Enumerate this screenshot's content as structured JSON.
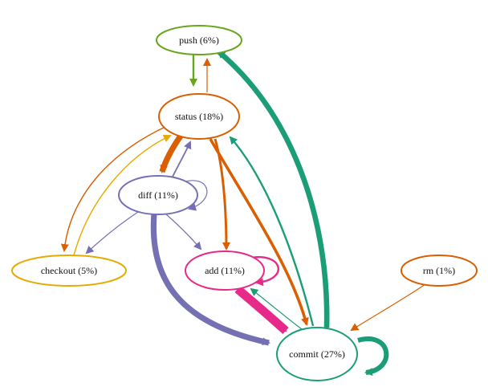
{
  "colors": {
    "push": "#66a61e",
    "status": "#d95f02",
    "diff": "#7570b3",
    "checkout": "#e6ab02",
    "add": "#e7298a",
    "rm": "#d95f02",
    "commit": "#1b9e77"
  },
  "nodes": {
    "push": "push (6%)",
    "status": "status (18%)",
    "diff": "diff (11%)",
    "checkout": "checkout (5%)",
    "add": "add (11%)",
    "rm": "rm (1%)",
    "commit": "commit (27%)"
  },
  "edges": [
    {
      "from": "push",
      "to": "status",
      "weight": 2
    },
    {
      "from": "status",
      "to": "push",
      "weight": 1
    },
    {
      "from": "status",
      "to": "diff",
      "weight": 6
    },
    {
      "from": "diff",
      "to": "status",
      "weight": 1.5
    },
    {
      "from": "status",
      "to": "checkout",
      "weight": 1.2
    },
    {
      "from": "checkout",
      "to": "status",
      "weight": 1.2
    },
    {
      "from": "status",
      "to": "add",
      "weight": 2.5
    },
    {
      "from": "status",
      "to": "commit",
      "weight": 3
    },
    {
      "from": "commit",
      "to": "status",
      "weight": 2
    },
    {
      "from": "commit",
      "to": "push",
      "weight": 5.5
    },
    {
      "from": "diff",
      "to": "diff",
      "weight": 1
    },
    {
      "from": "diff",
      "to": "checkout",
      "weight": 1
    },
    {
      "from": "diff",
      "to": "add",
      "weight": 1
    },
    {
      "from": "diff",
      "to": "commit",
      "weight": 6
    },
    {
      "from": "add",
      "to": "add",
      "weight": 2
    },
    {
      "from": "add",
      "to": "commit",
      "weight": 9
    },
    {
      "from": "commit",
      "to": "add",
      "weight": 1
    },
    {
      "from": "rm",
      "to": "commit",
      "weight": 1
    },
    {
      "from": "commit",
      "to": "commit",
      "weight": 5
    }
  ]
}
